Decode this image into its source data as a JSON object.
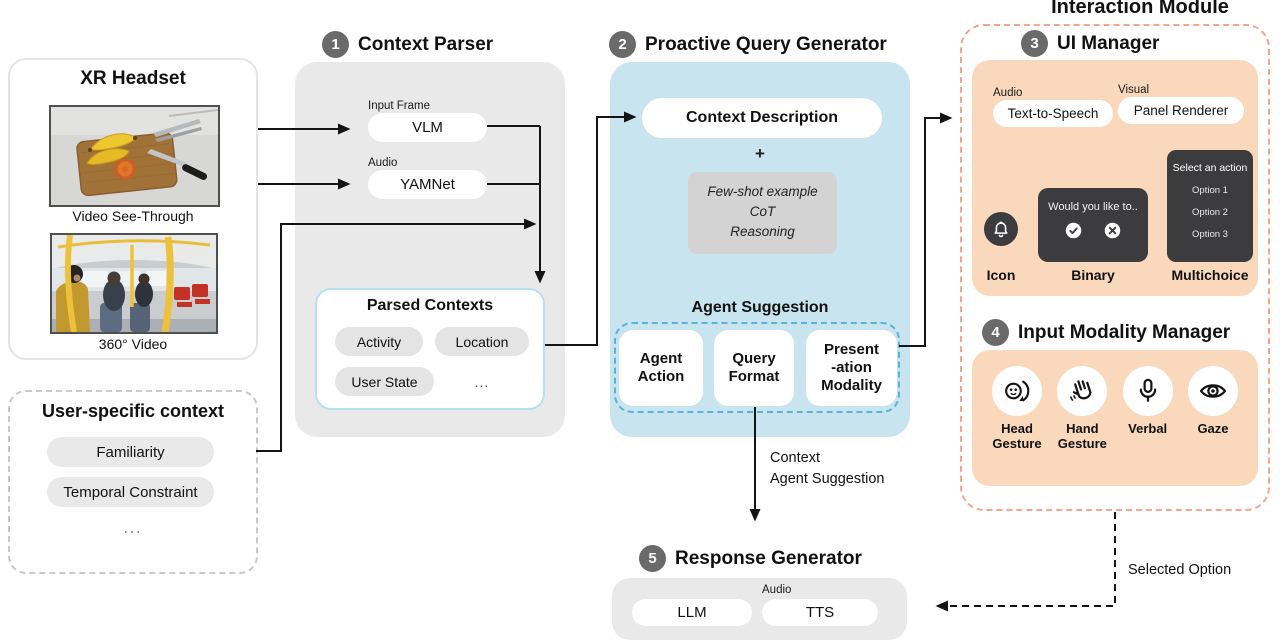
{
  "xr_headset": {
    "title": "XR Headset",
    "captions": [
      "Video See-Through",
      "360° Video"
    ]
  },
  "user_context": {
    "title": "User-specific context",
    "pills": [
      "Familiarity",
      "Temporal Constraint",
      "..."
    ]
  },
  "context_parser": {
    "badge": "1",
    "title": "Context Parser",
    "input_frame_label": "Input Frame",
    "vlm_label": "VLM",
    "audio_label": "Audio",
    "yamnet_label": "YAMNet",
    "parsed_contexts": {
      "title": "Parsed Contexts",
      "pills": [
        "Activity",
        "Location",
        "User State",
        "..."
      ]
    }
  },
  "query_generator": {
    "badge": "2",
    "title": "Proactive Query Generator",
    "context_description": "Context Description",
    "plus": "+",
    "prompt_box_lines": [
      "Few-shot example",
      "CoT",
      "Reasoning"
    ],
    "agent_suggestion_label": "Agent Suggestion",
    "suggestion_boxes": [
      {
        "lines": [
          "Agent",
          "Action"
        ]
      },
      {
        "lines": [
          "Query",
          "Format"
        ]
      },
      {
        "lines": [
          "Present",
          "-ation",
          "Modality"
        ]
      }
    ]
  },
  "interaction_module": {
    "title": "Interaction Module",
    "ui_manager": {
      "badge": "3",
      "title": "UI Manager",
      "audio_label": "Audio",
      "tts_label": "Text-to-Speech",
      "visual_label": "Visual",
      "panel_renderer_label": "Panel Renderer",
      "icon_caption": "Icon",
      "binary_prompt": "Would you like to..",
      "binary_caption": "Binary",
      "multichoice_title": "Select an action",
      "multichoice_options": [
        "Option 1",
        "Option 2",
        "Option 3"
      ],
      "multichoice_caption": "Multichoice"
    },
    "input_modality_manager": {
      "badge": "4",
      "title": "Input Modality Manager",
      "modalities": [
        {
          "icon": "head-gesture-icon",
          "lines": [
            "Head",
            "Gesture"
          ]
        },
        {
          "icon": "hand-gesture-icon",
          "lines": [
            "Hand",
            "Gesture"
          ]
        },
        {
          "icon": "microphone-icon",
          "lines": [
            "Verbal"
          ]
        },
        {
          "icon": "eye-icon",
          "lines": [
            "Gaze"
          ]
        }
      ]
    }
  },
  "response_generator": {
    "badge": "5",
    "title": "Response Generator",
    "llm_label": "LLM",
    "audio_label": "Audio",
    "tts_label": "TTS"
  },
  "flow": {
    "down_labels": [
      "Context",
      "Agent Suggestion"
    ],
    "selected_option_label": "Selected Option"
  },
  "icons": [
    "bell-icon",
    "check-circle-icon",
    "x-circle-icon",
    "head-gesture-icon",
    "hand-gesture-icon",
    "microphone-icon",
    "eye-icon"
  ],
  "colors": {
    "module_gray": "#e9e9ea",
    "module_blue": "#c7e4ef",
    "module_orange": "#fad8bc",
    "dashed_orange": "#f0a78e",
    "dashed_blue": "#57b3d9",
    "parsed_border": "#b5e0ef",
    "dark_panel": "#3c3c3e",
    "badge_gray": "#6a6a6a",
    "arrow": "#141414"
  }
}
